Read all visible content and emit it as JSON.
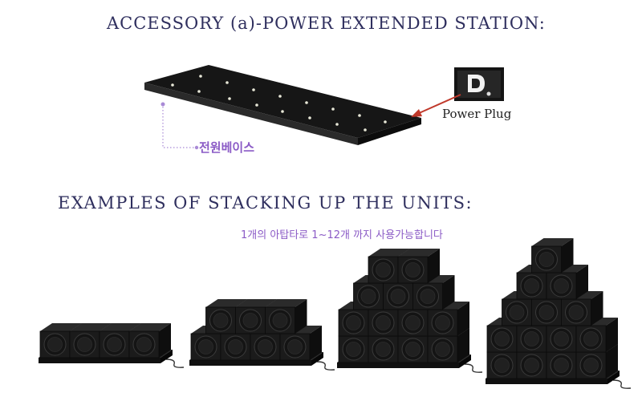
{
  "headings": {
    "accessory": "ACCESSORY (a)-POWER EXTENDED STATION:",
    "stacking": "EXAMPLES OF STACKING UP THE UNITS:"
  },
  "labels": {
    "power_plug": "Power Plug",
    "power_base_ko": "전원베이스",
    "stacking_note_ko": "1개의 아탑타로 1~12개 까지 사용가능합니다"
  },
  "colors": {
    "heading": "#2f2f5e",
    "annotation_purple": "#8b5bc6",
    "arrow_red": "#c0392b",
    "unit_black": "#1b1b1b"
  },
  "stacks": [
    {
      "rows": [
        4
      ]
    },
    {
      "rows": [
        4,
        3
      ]
    },
    {
      "rows": [
        4,
        4,
        3,
        2
      ]
    },
    {
      "rows": [
        4,
        4,
        3,
        2,
        1
      ]
    }
  ]
}
